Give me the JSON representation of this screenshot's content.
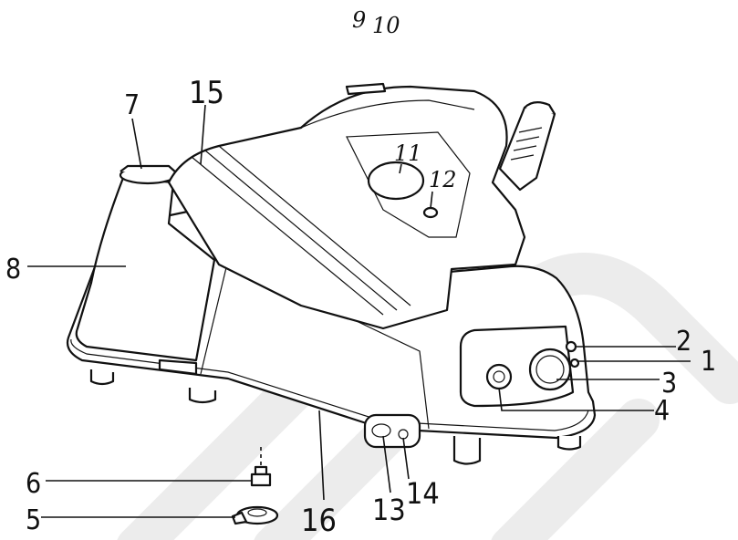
{
  "callouts": [
    {
      "id": "1",
      "text": "1"
    },
    {
      "id": "2",
      "text": "2"
    },
    {
      "id": "3",
      "text": "3"
    },
    {
      "id": "4",
      "text": "4"
    },
    {
      "id": "5",
      "text": "5"
    },
    {
      "id": "6",
      "text": "6"
    },
    {
      "id": "7",
      "text": "7"
    },
    {
      "id": "8",
      "text": "8"
    },
    {
      "id": "9",
      "text": "9"
    },
    {
      "id": "10",
      "text": "10"
    },
    {
      "id": "11",
      "text": "11"
    },
    {
      "id": "12",
      "text": "12"
    },
    {
      "id": "13",
      "text": "13"
    },
    {
      "id": "14",
      "text": "14"
    },
    {
      "id": "15",
      "text": "15"
    },
    {
      "id": "16",
      "text": "16"
    }
  ],
  "watermark": {
    "color": "#ececec"
  }
}
